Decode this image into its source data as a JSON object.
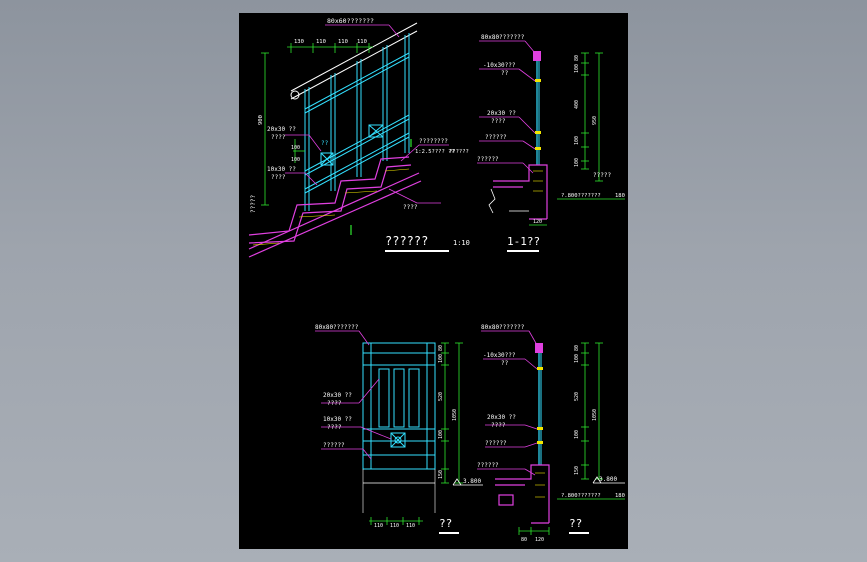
{
  "colors": {
    "background": "#9aa1aa",
    "sheet": "#000000",
    "railing": "#33e0ff",
    "dimension": "#2ee62e",
    "leader": "#e040e0",
    "stair": "#e040e0",
    "label": "#ffffff",
    "yellow": "#f2e600",
    "cyan": "#33e0ff"
  },
  "tl": {
    "top_callout": "80x60???????",
    "dims_top": [
      "130",
      "110",
      "110",
      "110"
    ],
    "dim_height": "900",
    "label_20x30": "20x30 ??",
    "label_20x30b": "????",
    "label_10x30": "10x30 ??",
    "label_10x30b": "????",
    "dim_100": "100",
    "dim_100b": "100",
    "label_right1": "????????",
    "label_right2": "1:2.5???? ??",
    "label_right3": "??????",
    "label_right4": "????",
    "left_vertical": "?????",
    "title": "??????",
    "scale": "1:10",
    "cyan_tag": "??"
  },
  "tr": {
    "label_top": "80x80???????",
    "label_2": "-10x30???",
    "label_2b": "??",
    "label_3": "20x30 ??",
    "label_3b": "????",
    "label_4": "??????",
    "label_5": "??????",
    "dims_v": [
      "80",
      "100",
      "400",
      "100",
      "100"
    ],
    "dim_total": "950",
    "dim_180": "180",
    "label_6": "?????",
    "label_7": "?.800???????",
    "dim_120": "120",
    "title": "1-1??"
  },
  "bl": {
    "label_top": "80x80???????",
    "label_2": "20x30 ??",
    "label_2b": "????",
    "label_3": "10x30 ??",
    "label_3b": "????",
    "label_4": "??????",
    "dims_v": [
      "80",
      "100",
      "520",
      "100",
      "150"
    ],
    "dim_total": "1050",
    "level": "3.800",
    "dims_h": [
      "110",
      "110",
      "110"
    ],
    "title": "??"
  },
  "br": {
    "label_top": "80x80???????",
    "label_2": "-10x30???",
    "label_2b": "??",
    "label_3": "20x30 ??",
    "label_3b": "????",
    "label_4": "??????",
    "label_5": "??????",
    "dims_v": [
      "80",
      "100",
      "520",
      "100",
      "150"
    ],
    "dim_total": "1050",
    "level": "3.800",
    "label_6": "?.800???????",
    "dim_180": "180",
    "dims_h": [
      "80",
      "120"
    ],
    "title": "??"
  }
}
